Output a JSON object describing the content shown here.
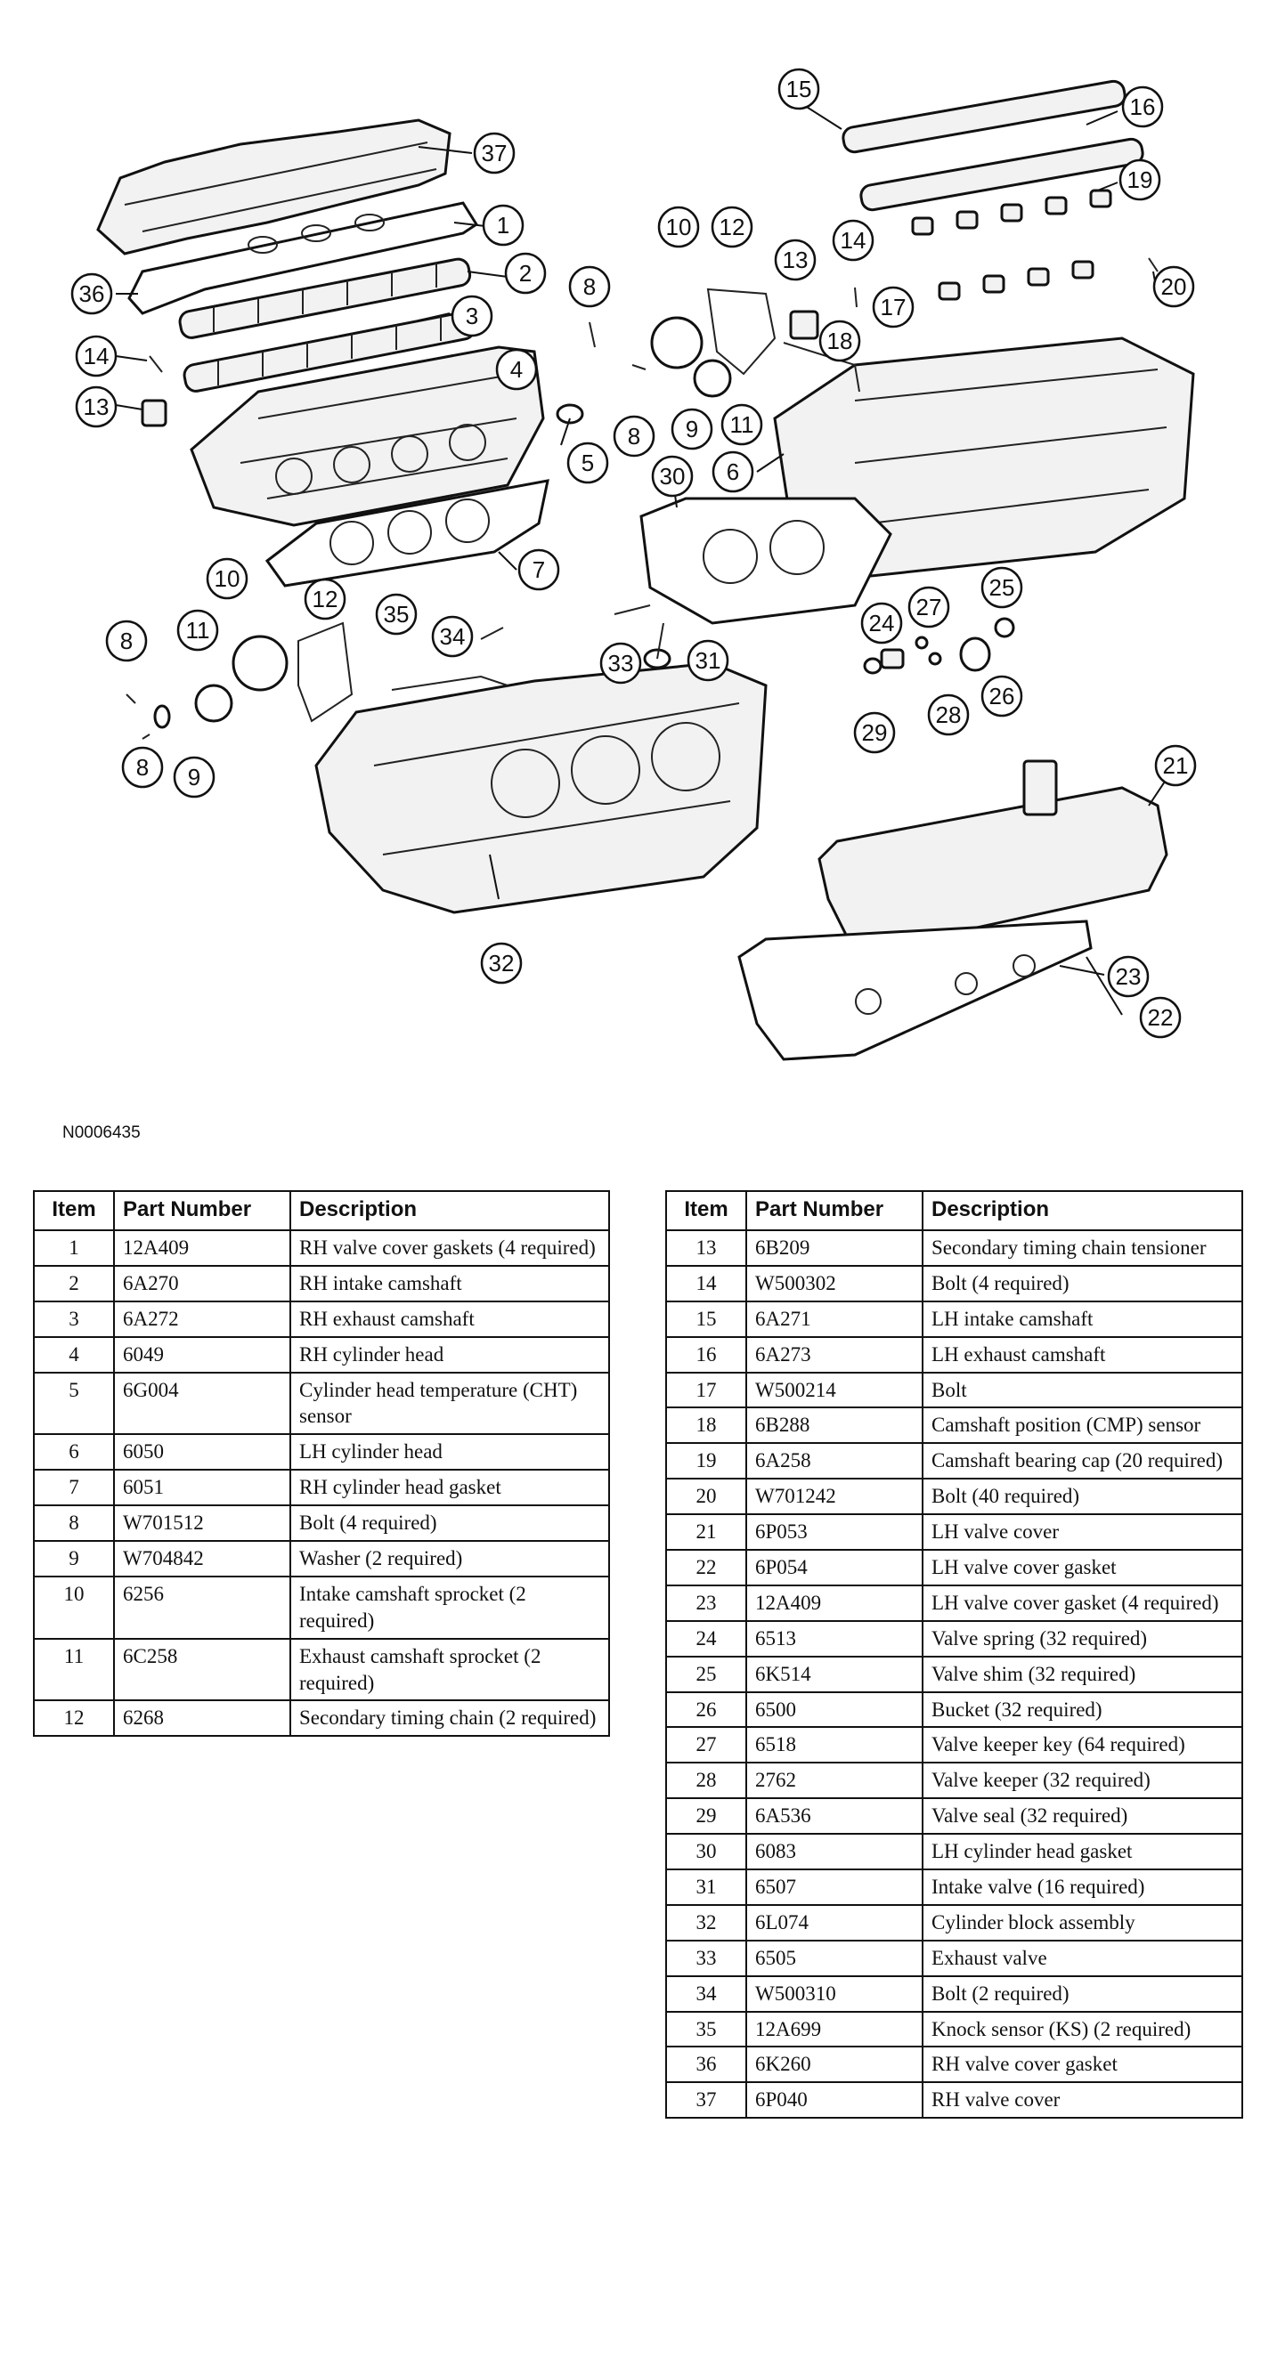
{
  "figure_code": "N0006435",
  "headers": {
    "item": "Item",
    "part_number": "Part Number",
    "description": "Description"
  },
  "callouts": [
    "1",
    "2",
    "3",
    "4",
    "5",
    "6",
    "7",
    "8",
    "9",
    "10",
    "11",
    "12",
    "13",
    "14",
    "15",
    "16",
    "17",
    "18",
    "19",
    "20",
    "21",
    "22",
    "23",
    "24",
    "25",
    "26",
    "27",
    "28",
    "29",
    "30",
    "31",
    "32",
    "33",
    "34",
    "35",
    "36",
    "37"
  ],
  "left_rows": [
    {
      "item": "1",
      "part": "12A409",
      "desc": "RH valve cover gaskets (4 required)"
    },
    {
      "item": "2",
      "part": "6A270",
      "desc": "RH intake camshaft"
    },
    {
      "item": "3",
      "part": "6A272",
      "desc": "RH exhaust camshaft"
    },
    {
      "item": "4",
      "part": "6049",
      "desc": "RH cylinder head"
    },
    {
      "item": "5",
      "part": "6G004",
      "desc": "Cylinder head temperature (CHT) sensor"
    },
    {
      "item": "6",
      "part": "6050",
      "desc": "LH cylinder head"
    },
    {
      "item": "7",
      "part": "6051",
      "desc": "RH cylinder head gasket"
    },
    {
      "item": "8",
      "part": "W701512",
      "desc": "Bolt (4 required)"
    },
    {
      "item": "9",
      "part": "W704842",
      "desc": "Washer (2 required)"
    },
    {
      "item": "10",
      "part": "6256",
      "desc": "Intake camshaft sprocket (2 required)"
    },
    {
      "item": "11",
      "part": "6C258",
      "desc": "Exhaust camshaft sprocket (2 required)"
    },
    {
      "item": "12",
      "part": "6268",
      "desc": "Secondary timing chain (2 required)"
    }
  ],
  "right_rows": [
    {
      "item": "13",
      "part": "6B209",
      "desc": "Secondary timing chain tensioner"
    },
    {
      "item": "14",
      "part": "W500302",
      "desc": "Bolt (4 required)"
    },
    {
      "item": "15",
      "part": "6A271",
      "desc": "LH intake camshaft"
    },
    {
      "item": "16",
      "part": "6A273",
      "desc": "LH exhaust camshaft"
    },
    {
      "item": "17",
      "part": "W500214",
      "desc": "Bolt"
    },
    {
      "item": "18",
      "part": "6B288",
      "desc": "Camshaft position (CMP) sensor"
    },
    {
      "item": "19",
      "part": "6A258",
      "desc": "Camshaft bearing cap (20 required)"
    },
    {
      "item": "20",
      "part": "W701242",
      "desc": "Bolt (40 required)"
    },
    {
      "item": "21",
      "part": "6P053",
      "desc": "LH valve cover"
    },
    {
      "item": "22",
      "part": "6P054",
      "desc": "LH valve cover gasket"
    },
    {
      "item": "23",
      "part": "12A409",
      "desc": "LH valve cover gasket (4 required)"
    },
    {
      "item": "24",
      "part": "6513",
      "desc": "Valve spring (32 required)"
    },
    {
      "item": "25",
      "part": "6K514",
      "desc": "Valve shim (32 required)"
    },
    {
      "item": "26",
      "part": "6500",
      "desc": "Bucket (32 required)"
    },
    {
      "item": "27",
      "part": "6518",
      "desc": "Valve keeper key (64 required)"
    },
    {
      "item": "28",
      "part": "2762",
      "desc": "Valve keeper (32 required)"
    },
    {
      "item": "29",
      "part": "6A536",
      "desc": "Valve seal (32 required)"
    },
    {
      "item": "30",
      "part": "6083",
      "desc": "LH cylinder head gasket"
    },
    {
      "item": "31",
      "part": "6507",
      "desc": "Intake valve (16 required)"
    },
    {
      "item": "32",
      "part": "6L074",
      "desc": "Cylinder block assembly"
    },
    {
      "item": "33",
      "part": "6505",
      "desc": "Exhaust valve"
    },
    {
      "item": "34",
      "part": "W500310",
      "desc": "Bolt (2 required)"
    },
    {
      "item": "35",
      "part": "12A699",
      "desc": "Knock sensor (KS) (2 required)"
    },
    {
      "item": "36",
      "part": "6K260",
      "desc": "RH valve cover gasket"
    },
    {
      "item": "37",
      "part": "6P040",
      "desc": "RH valve cover"
    }
  ]
}
